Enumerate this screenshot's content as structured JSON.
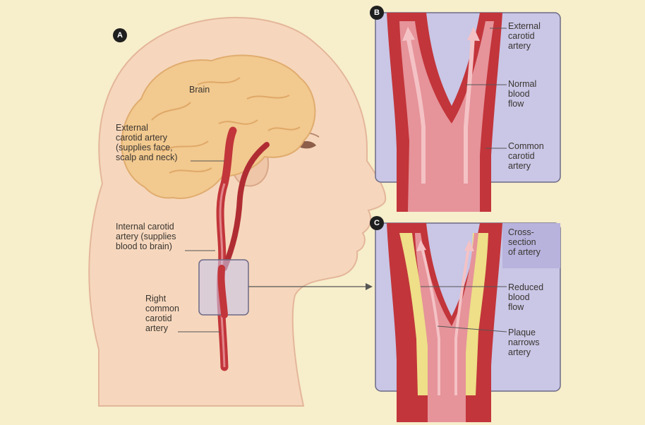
{
  "panels": {
    "a": {
      "marker": "A"
    },
    "b": {
      "marker": "B"
    },
    "c": {
      "marker": "C"
    }
  },
  "head_labels": {
    "brain": "Brain",
    "external_carotid": [
      "External",
      "carotid artery",
      "(supplies face,",
      "scalp and neck)"
    ],
    "internal_carotid": [
      "Internal carotid",
      "artery (supplies",
      "blood to brain)"
    ],
    "right_common_carotid": [
      "Right",
      "common",
      "carotid",
      "artery"
    ]
  },
  "normal_labels": {
    "external_carotid": [
      "External",
      "carotid",
      "artery"
    ],
    "normal_flow": [
      "Normal",
      "blood",
      "flow"
    ],
    "common_carotid": [
      "Common",
      "carotid",
      "artery"
    ]
  },
  "narrowed_labels": {
    "cross_section": [
      "Cross-",
      "section",
      "of artery"
    ],
    "reduced_flow": [
      "Reduced",
      "blood",
      "flow"
    ],
    "plaque": [
      "Plaque",
      "narrows",
      "artery"
    ]
  },
  "colors": {
    "background": "#f7eecb",
    "skin": "#f6d7bd",
    "brain": "#f2c98f",
    "artery": "#c2353a",
    "artery_light": "#e1868a",
    "panel_bg": "#c9c6e6",
    "plaque": "#eedf88"
  }
}
